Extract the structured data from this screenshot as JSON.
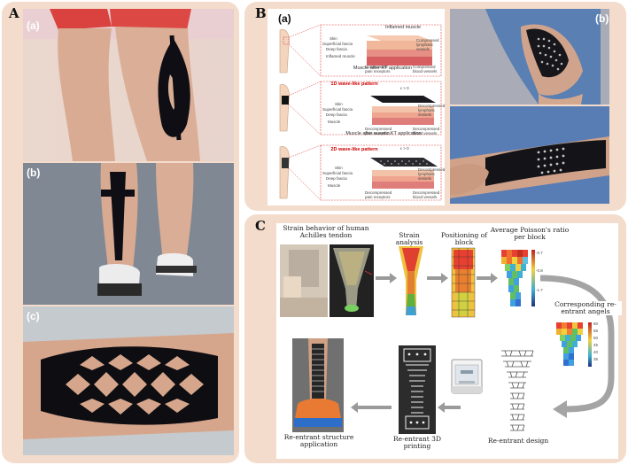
{
  "panels": {
    "A": {
      "letter": "A",
      "subs": [
        "(a)",
        "(b)",
        "(c)"
      ]
    },
    "B": {
      "letter": "B",
      "subs": [
        "(a)",
        "(b)"
      ],
      "diagrams": [
        {
          "title": "Inflamed muscle",
          "labels": [
            "Skin",
            "Superficial fascia",
            "Deep fascia",
            "Inflamed muscle"
          ],
          "right_labels": [
            "Compressed lymphatic vessels",
            "Compressed pain receptors",
            "Compressed blood vessels"
          ]
        },
        {
          "title": "Muscle after KT application",
          "pattern": "1D wave-like pattern",
          "strain": "ε > 0",
          "labels": [
            "Skin",
            "Superficial fascia",
            "Deep fascia",
            "Muscle"
          ],
          "right_labels": [
            "Decompressed lymphatic vessels",
            "Decompressed pain receptors",
            "Decompressed blood vessels"
          ]
        },
        {
          "title": "Muscle after auxetic KT application",
          "pattern": "2D wave-like pattern",
          "strain": "ε > 0",
          "labels": [
            "Skin",
            "Superficial fascia",
            "Deep fascia",
            "Muscle"
          ],
          "right_labels": [
            "Decompressed lymphatic vessels",
            "Decompressed pain receptors",
            "Decompressed blood vessels"
          ]
        }
      ]
    },
    "C": {
      "letter": "C",
      "steps": {
        "strain_behavior": "Strain behavior of human Achilles tendon",
        "strain_analysis": "Strain analysis",
        "positioning": "Positioning of block",
        "poisson": "Average Poisson's ratio per block",
        "corresponding": "Corresponding re-entrant angels",
        "design": "Re-entrant design",
        "printing": "Re-entrant 3D printing",
        "application": "Re-entrant structure application"
      },
      "poisson_ticks": [
        "-0.7",
        "-0.8",
        "-1.7"
      ],
      "angle_ticks": [
        "60",
        "55",
        "50",
        "45",
        "40",
        "35"
      ]
    }
  },
  "colors": {
    "panel_bg": "#f3dccb",
    "tape": "#0d0d12",
    "arrow": "#9a9a9a"
  }
}
